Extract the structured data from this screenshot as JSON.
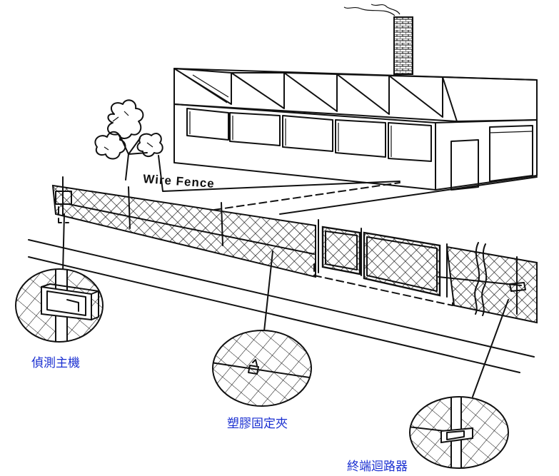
{
  "labels": {
    "wire_fence": "Wire Fence",
    "detector_host": "偵測主機",
    "plastic_clip": "塑膠固定夾",
    "terminal_loop": "終端迴路器"
  },
  "colors": {
    "line": "#111111",
    "callout_text": "#1a2fd1",
    "background": "#ffffff"
  }
}
